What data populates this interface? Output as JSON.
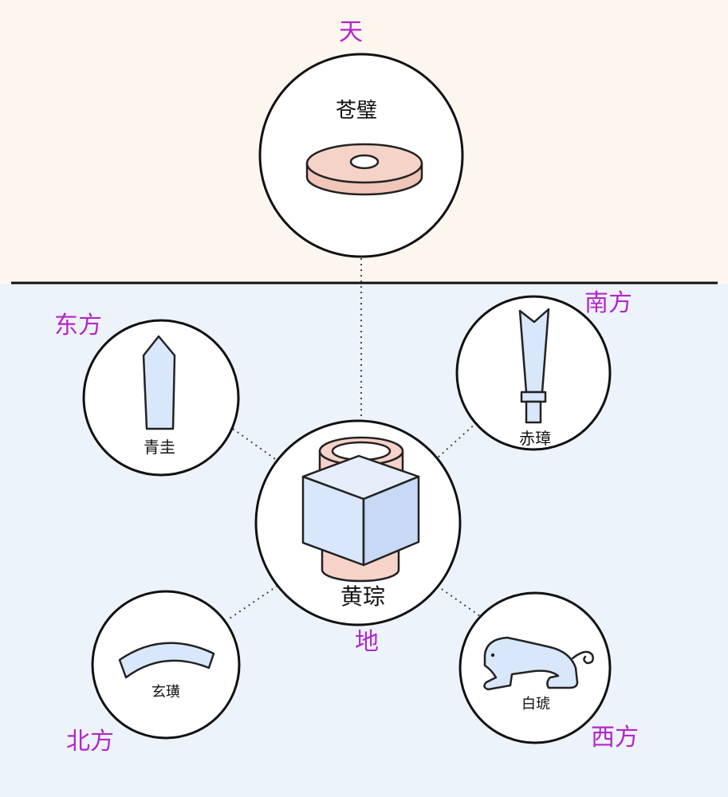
{
  "colors": {
    "sky_bg": "#fcf6ef",
    "earth_bg": "#edf3fb",
    "label": "#b326c9",
    "pink_jade": "#f5d3c8",
    "blue_jade": "#d9e7fb"
  },
  "regions": {
    "heaven": "天",
    "earth": "地"
  },
  "directions": {
    "east": "东方",
    "south": "南方",
    "north": "北方",
    "west": "西方"
  },
  "jades": {
    "heaven": {
      "name": "苍璧",
      "icon": "bi-disc-icon"
    },
    "center": {
      "name": "黄琮",
      "icon": "cong-tube-icon"
    },
    "east": {
      "name": "青圭",
      "icon": "gui-tablet-icon"
    },
    "south": {
      "name": "赤璋",
      "icon": "zhang-blade-icon"
    },
    "north": {
      "name": "玄璜",
      "icon": "huang-arc-icon"
    },
    "west": {
      "name": "白琥",
      "icon": "tiger-icon"
    }
  }
}
